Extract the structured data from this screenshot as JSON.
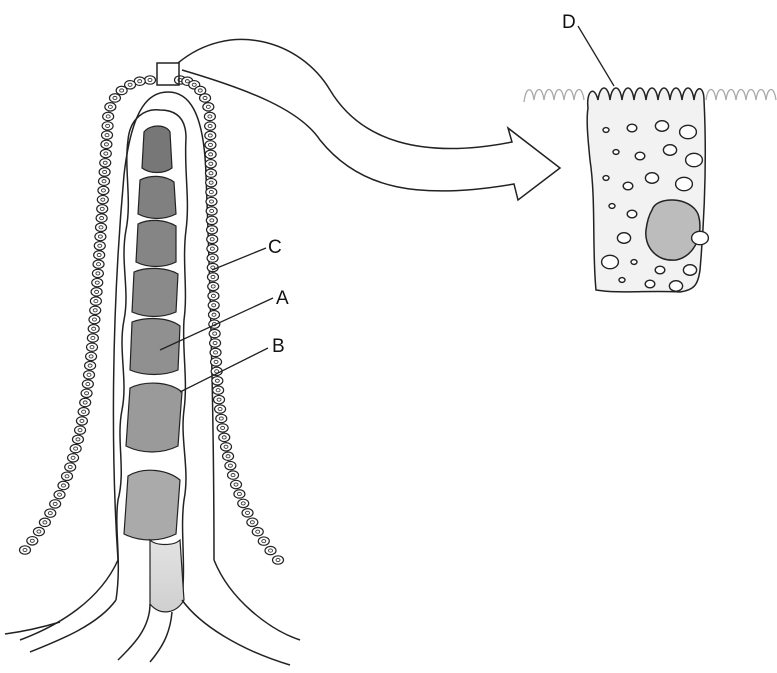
{
  "labels": {
    "a": "A",
    "b": "B",
    "c": "C",
    "d": "D"
  },
  "colors": {
    "ink": "#222222",
    "vessel_fill": "#8a8a8a",
    "lacteal_fill": "#d4d4d4",
    "cell_fill": "#f3f3f3",
    "nucleus_fill": "#bdbdbd",
    "microvilli_faint": "#b0b0b0"
  },
  "icons": [
    "villus-diagram",
    "epithelial-cell-magnified",
    "magnification-arrow"
  ]
}
